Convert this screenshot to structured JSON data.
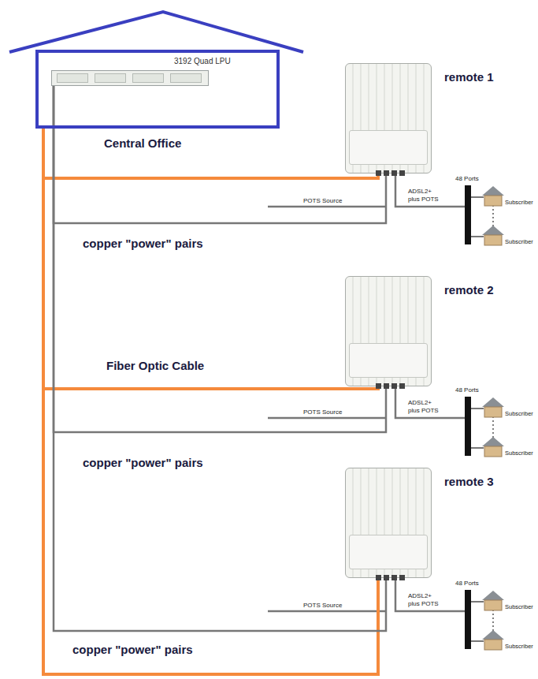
{
  "diagram": {
    "nodes": [
      {
        "text": [
          "Central Office"
        ]
      },
      {
        "text": [
          "3192 Quad LPU"
        ],
        "in": 0
      },
      {
        "text": [
          "remote 1"
        ]
      },
      {
        "text": [
          "remote 2"
        ]
      },
      {
        "text": [
          "remote 3"
        ]
      }
    ],
    "edges": [
      {
        "from": 0,
        "to": 2,
        "arrow": "none"
      },
      {
        "from": 0,
        "to": 3,
        "label": "Fiber Optic Cable",
        "arrow": "none"
      },
      {
        "from": 0,
        "to": 4,
        "arrow": "none"
      },
      {
        "from": 1,
        "to": 2,
        "label": "copper \"power\" pairs",
        "arrow": "none"
      },
      {
        "from": 1,
        "to": 3,
        "label": "copper \"power\" pairs",
        "arrow": "none"
      },
      {
        "from": 1,
        "to": 4,
        "label": "copper \"power\" pairs",
        "arrow": "none"
      }
    ],
    "labels": [
      "POTS Source",
      "ADSL2+ plus POTS",
      "48 Ports",
      "Subscriber",
      "Subscriber",
      "POTS Source",
      "ADSL2+ plus POTS",
      "48 Ports",
      "Subscriber",
      "Subscriber",
      "POTS Source",
      "ADSL2+ plus POTS",
      "48 Ports",
      "Subscriber",
      "Subscriber"
    ]
  }
}
